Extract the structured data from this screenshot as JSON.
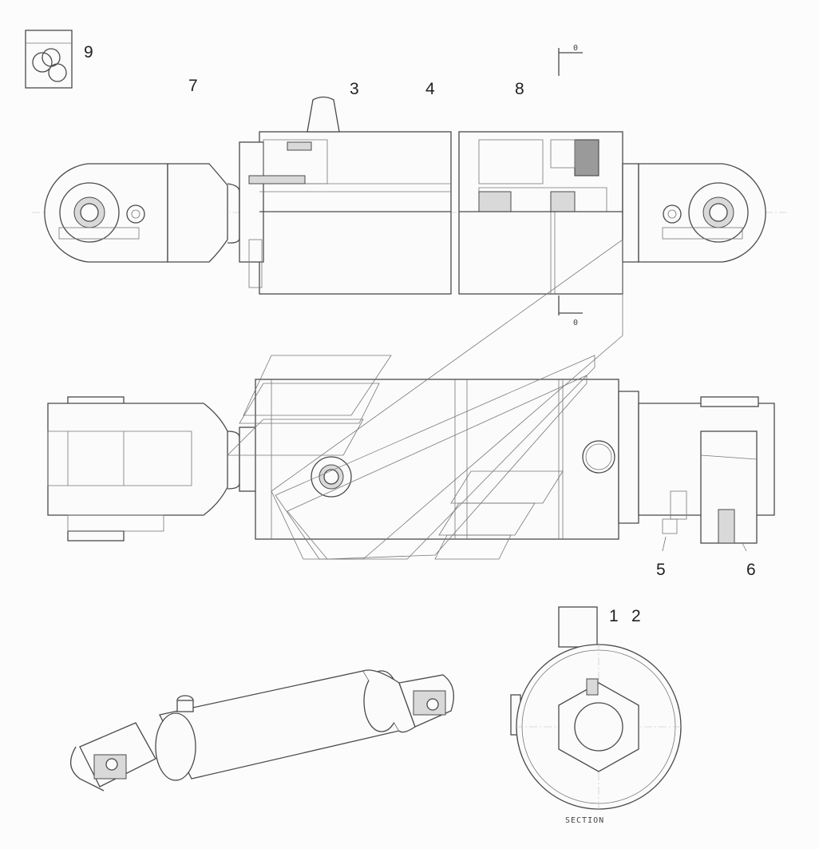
{
  "drawing": {
    "callouts": [
      {
        "id": "9",
        "text": "9"
      },
      {
        "id": "7",
        "text": "7"
      },
      {
        "id": "3",
        "text": "3"
      },
      {
        "id": "4",
        "text": "4"
      },
      {
        "id": "8",
        "text": "8"
      },
      {
        "id": "5",
        "text": "5"
      },
      {
        "id": "6",
        "text": "6"
      },
      {
        "id": "1",
        "text": "1"
      },
      {
        "id": "2",
        "text": "2"
      }
    ],
    "section_marks": {
      "top": "0",
      "bottom": "0"
    },
    "section_caption": "SECTION"
  }
}
